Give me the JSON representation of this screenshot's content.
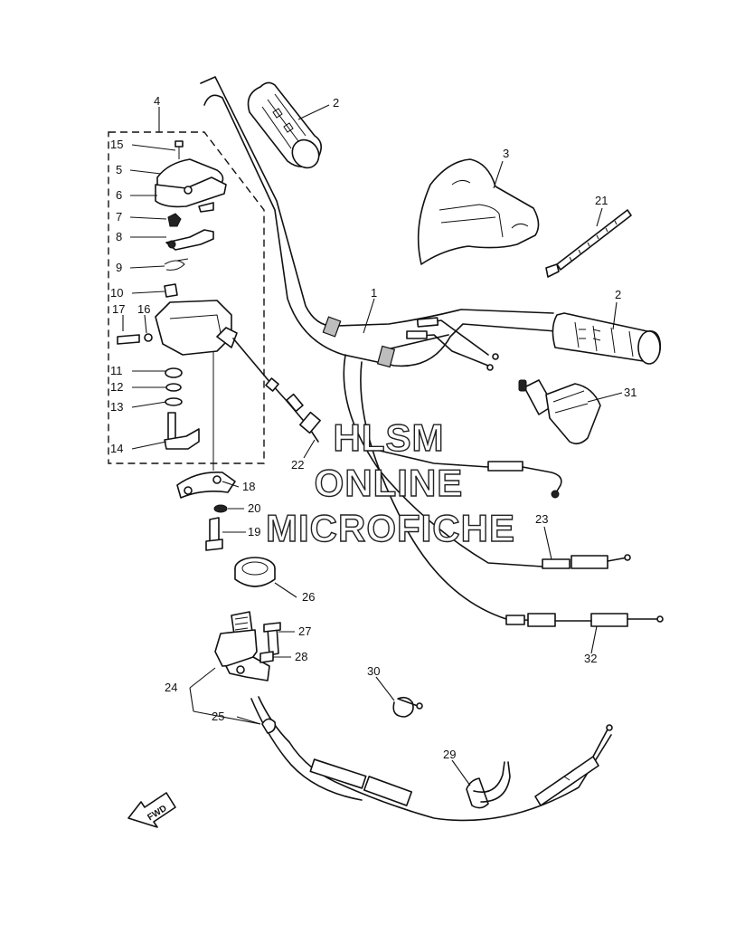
{
  "watermark": {
    "line1": "HLSM",
    "line2": "ONLINE",
    "line3": "MICROFICHE"
  },
  "direction_marker": "FWD",
  "callouts": {
    "c1": "1",
    "c2a": "2",
    "c2b": "2",
    "c3": "3",
    "c4": "4",
    "c5": "5",
    "c6": "6",
    "c7": "7",
    "c8": "8",
    "c9": "9",
    "c10": "10",
    "c11": "11",
    "c12": "12",
    "c13": "13",
    "c14": "14",
    "c15": "15",
    "c16": "16",
    "c17": "17",
    "c18": "18",
    "c19": "19",
    "c20": "20",
    "c21": "21",
    "c22": "22",
    "c23": "23",
    "c24": "24",
    "c25": "25",
    "c26": "26",
    "c27": "27",
    "c28": "28",
    "c29": "29",
    "c30": "30",
    "c31": "31",
    "c32": "32"
  }
}
